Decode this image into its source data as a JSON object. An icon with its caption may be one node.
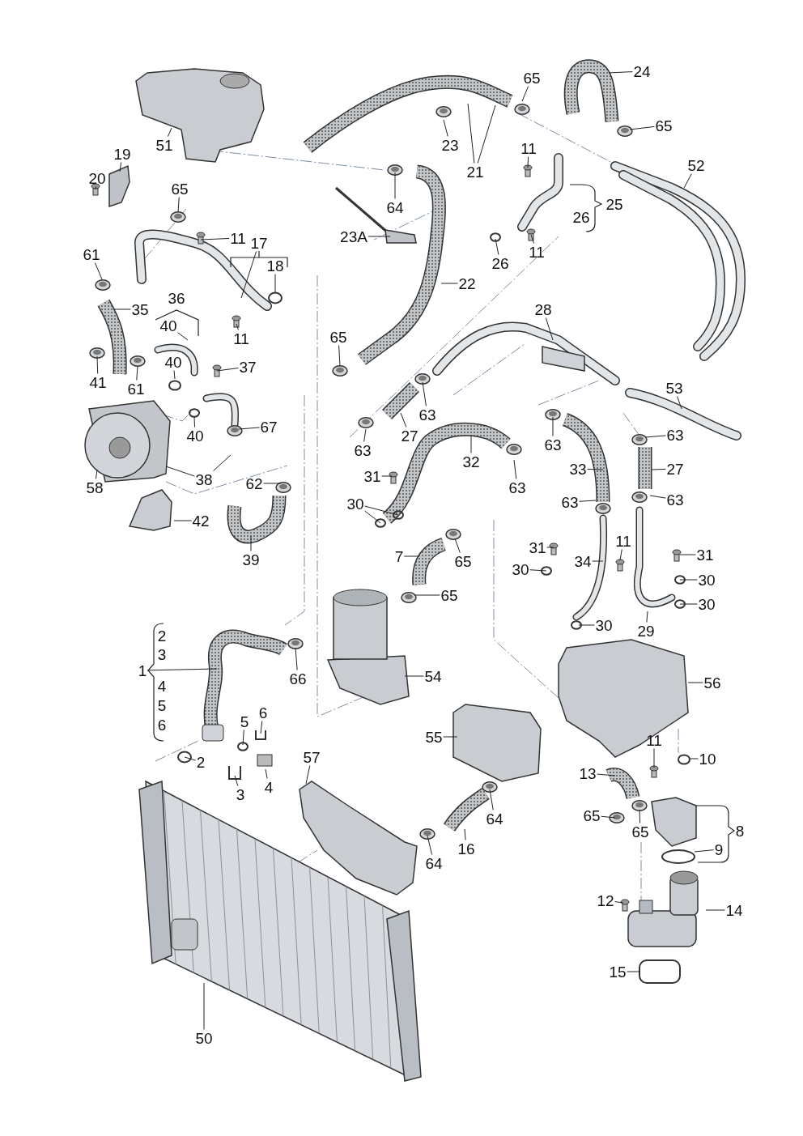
{
  "diagram": {
    "nodes": [
      {
        "text": [
          "24"
        ]
      },
      {
        "text": [
          "65"
        ]
      },
      {
        "text": [
          "65"
        ]
      },
      {
        "text": [
          "51"
        ]
      },
      {
        "text": [
          "23"
        ]
      },
      {
        "text": [
          "11"
        ]
      },
      {
        "text": [
          "19"
        ]
      },
      {
        "text": [
          "52"
        ]
      },
      {
        "text": [
          "21"
        ]
      },
      {
        "text": [
          "20"
        ]
      },
      {
        "text": [
          "65"
        ]
      },
      {
        "text": [
          "64"
        ]
      },
      {
        "text": [
          "11"
        ]
      },
      {
        "text": [
          "23A"
        ]
      },
      {
        "text": [
          "17"
        ]
      },
      {
        "text": [
          "11"
        ]
      },
      {
        "text": [
          "61"
        ]
      },
      {
        "text": [
          "26"
        ]
      },
      {
        "text": [
          "18"
        ]
      },
      {
        "text": [
          "22"
        ]
      },
      {
        "text": [
          "35"
        ]
      },
      {
        "text": [
          "28"
        ]
      },
      {
        "text": [
          "40"
        ]
      },
      {
        "text": [
          "65"
        ]
      },
      {
        "text": [
          "11"
        ]
      },
      {
        "text": [
          "40"
        ]
      },
      {
        "text": [
          "37"
        ]
      },
      {
        "text": [
          "41"
        ]
      },
      {
        "text": [
          "61"
        ]
      },
      {
        "text": [
          "53"
        ]
      },
      {
        "text": [
          "63"
        ]
      },
      {
        "text": [
          "67"
        ]
      },
      {
        "text": [
          "27"
        ]
      },
      {
        "text": [
          "63"
        ]
      },
      {
        "text": [
          "40"
        ]
      },
      {
        "text": [
          "63"
        ]
      },
      {
        "text": [
          "63"
        ]
      },
      {
        "text": [
          "32"
        ]
      },
      {
        "text": [
          "38"
        ]
      },
      {
        "text": [
          "33"
        ]
      },
      {
        "text": [
          "27"
        ]
      },
      {
        "text": [
          "31"
        ]
      },
      {
        "text": [
          "62"
        ]
      },
      {
        "text": [
          "58"
        ]
      },
      {
        "text": [
          "63"
        ]
      },
      {
        "text": [
          "30"
        ]
      },
      {
        "text": [
          "63"
        ]
      },
      {
        "text": [
          "63"
        ]
      },
      {
        "text": [
          "11"
        ]
      },
      {
        "text": [
          "42"
        ]
      },
      {
        "text": [
          "31"
        ]
      },
      {
        "text": [
          "31"
        ]
      },
      {
        "text": [
          "7"
        ]
      },
      {
        "text": [
          "39"
        ]
      },
      {
        "text": [
          "65"
        ]
      },
      {
        "text": [
          "34"
        ]
      },
      {
        "text": [
          "30"
        ]
      },
      {
        "text": [
          "30"
        ]
      },
      {
        "text": [
          "65"
        ]
      },
      {
        "text": [
          "30"
        ]
      },
      {
        "text": [
          "30"
        ]
      },
      {
        "text": [
          "29"
        ]
      },
      {
        "text": [
          "1"
        ]
      },
      {
        "text": [
          "66"
        ]
      },
      {
        "text": [
          "54"
        ]
      },
      {
        "text": [
          "56"
        ]
      },
      {
        "text": [
          "6"
        ]
      },
      {
        "text": [
          "5"
        ]
      },
      {
        "text": [
          "55"
        ]
      },
      {
        "text": [
          "11"
        ]
      },
      {
        "text": [
          "57"
        ]
      },
      {
        "text": [
          "10"
        ]
      },
      {
        "text": [
          "2"
        ]
      },
      {
        "text": [
          "13"
        ]
      },
      {
        "text": [
          "4"
        ]
      },
      {
        "text": [
          "3"
        ]
      },
      {
        "text": [
          "65"
        ]
      },
      {
        "text": [
          "64"
        ]
      },
      {
        "text": [
          "65"
        ]
      },
      {
        "text": [
          "9"
        ]
      },
      {
        "text": [
          "16"
        ]
      },
      {
        "text": [
          "64"
        ]
      },
      {
        "text": [
          "12"
        ]
      },
      {
        "text": [
          "14"
        ]
      },
      {
        "text": [
          "15"
        ]
      },
      {
        "text": [
          "50"
        ]
      }
    ],
    "edges": [
      {
        "from": 0,
        "to": null,
        "arrow": "none"
      },
      {
        "from": 1,
        "to": null,
        "arrow": "none"
      },
      {
        "from": 2,
        "to": null,
        "arrow": "none"
      },
      {
        "from": 3,
        "to": null,
        "arrow": "none"
      },
      {
        "from": 4,
        "to": null,
        "arrow": "none"
      },
      {
        "from": 5,
        "to": null,
        "arrow": "none"
      },
      {
        "from": 6,
        "to": null,
        "arrow": "none"
      },
      {
        "from": 7,
        "to": null,
        "arrow": "none"
      },
      {
        "from": 8,
        "to": null,
        "arrow": "none"
      },
      {
        "from": 9,
        "to": null,
        "arrow": "none"
      },
      {
        "from": 10,
        "to": null,
        "arrow": "none"
      },
      {
        "from": 11,
        "to": null,
        "arrow": "none"
      },
      {
        "from": 12,
        "to": null,
        "arrow": "none"
      },
      {
        "from": 13,
        "to": null,
        "arrow": "none"
      },
      {
        "from": 14,
        "to": null,
        "arrow": "none"
      },
      {
        "from": 15,
        "to": null,
        "arrow": "none"
      },
      {
        "from": 16,
        "to": null,
        "arrow": "none"
      },
      {
        "from": 17,
        "to": null,
        "arrow": "none"
      },
      {
        "from": 18,
        "to": null,
        "arrow": "none"
      },
      {
        "from": 19,
        "to": null,
        "arrow": "none"
      },
      {
        "from": 20,
        "to": null,
        "arrow": "none"
      },
      {
        "from": 21,
        "to": null,
        "arrow": "none"
      },
      {
        "from": 22,
        "to": null,
        "arrow": "none"
      },
      {
        "from": 23,
        "to": null,
        "arrow": "none"
      },
      {
        "from": 24,
        "to": null,
        "arrow": "none"
      },
      {
        "from": 25,
        "to": null,
        "arrow": "none"
      },
      {
        "from": 26,
        "to": null,
        "arrow": "none"
      },
      {
        "from": 27,
        "to": null,
        "arrow": "none"
      },
      {
        "from": 28,
        "to": null,
        "arrow": "none"
      },
      {
        "from": 29,
        "to": null,
        "arrow": "none"
      },
      {
        "from": 30,
        "to": null,
        "arrow": "none"
      },
      {
        "from": 31,
        "to": null,
        "arrow": "none"
      },
      {
        "from": 32,
        "to": null,
        "arrow": "none"
      },
      {
        "from": 33,
        "to": null,
        "arrow": "none"
      },
      {
        "from": 34,
        "to": null,
        "arrow": "none"
      },
      {
        "from": 35,
        "to": null,
        "arrow": "none"
      },
      {
        "from": 36,
        "to": null,
        "arrow": "none"
      },
      {
        "from": 37,
        "to": null,
        "arrow": "none"
      },
      {
        "from": 38,
        "to": null,
        "arrow": "none"
      },
      {
        "from": 39,
        "to": null,
        "arrow": "none"
      },
      {
        "from": 40,
        "to": null,
        "arrow": "none"
      },
      {
        "from": 41,
        "to": null,
        "arrow": "none"
      },
      {
        "from": 42,
        "to": null,
        "arrow": "none"
      },
      {
        "from": 43,
        "to": null,
        "arrow": "none"
      },
      {
        "from": 44,
        "to": null,
        "arrow": "none"
      },
      {
        "from": 45,
        "to": null,
        "arrow": "none"
      },
      {
        "from": 46,
        "to": null,
        "arrow": "none"
      },
      {
        "from": 47,
        "to": null,
        "arrow": "none"
      },
      {
        "from": 48,
        "to": null,
        "arrow": "none"
      },
      {
        "from": 49,
        "to": null,
        "arrow": "none"
      },
      {
        "from": 50,
        "to": null,
        "arrow": "none"
      },
      {
        "from": 51,
        "to": null,
        "arrow": "none"
      },
      {
        "from": 52,
        "to": null,
        "arrow": "none"
      },
      {
        "from": 53,
        "to": null,
        "arrow": "none"
      },
      {
        "from": 54,
        "to": null,
        "arrow": "none"
      },
      {
        "from": 55,
        "to": null,
        "arrow": "none"
      },
      {
        "from": 56,
        "to": null,
        "arrow": "none"
      },
      {
        "from": 57,
        "to": null,
        "arrow": "none"
      },
      {
        "from": 58,
        "to": null,
        "arrow": "none"
      },
      {
        "from": 59,
        "to": null,
        "arrow": "none"
      },
      {
        "from": 60,
        "to": null,
        "arrow": "none"
      },
      {
        "from": 61,
        "to": null,
        "arrow": "none"
      },
      {
        "from": 62,
        "to": null,
        "arrow": "none"
      },
      {
        "from": 63,
        "to": null,
        "arrow": "none"
      },
      {
        "from": 64,
        "to": null,
        "arrow": "none"
      },
      {
        "from": 65,
        "to": null,
        "arrow": "none"
      },
      {
        "from": 66,
        "to": null,
        "arrow": "none"
      },
      {
        "from": 67,
        "to": null,
        "arrow": "none"
      },
      {
        "from": 68,
        "to": null,
        "arrow": "none"
      },
      {
        "from": 69,
        "to": null,
        "arrow": "none"
      },
      {
        "from": 70,
        "to": null,
        "arrow": "none"
      },
      {
        "from": 71,
        "to": null,
        "arrow": "none"
      },
      {
        "from": 72,
        "to": null,
        "arrow": "none"
      },
      {
        "from": 73,
        "to": null,
        "arrow": "none"
      },
      {
        "from": 74,
        "to": null,
        "arrow": "none"
      },
      {
        "from": 75,
        "to": null,
        "arrow": "none"
      },
      {
        "from": 76,
        "to": null,
        "arrow": "none"
      },
      {
        "from": 77,
        "to": null,
        "arrow": "none"
      },
      {
        "from": 78,
        "to": null,
        "arrow": "none"
      },
      {
        "from": 79,
        "to": null,
        "arrow": "none"
      },
      {
        "from": 80,
        "to": null,
        "arrow": "none"
      },
      {
        "from": 81,
        "to": null,
        "arrow": "none"
      },
      {
        "from": 82,
        "to": null,
        "arrow": "none"
      },
      {
        "from": 83,
        "to": null,
        "arrow": "none"
      },
      {
        "from": 84,
        "to": null,
        "arrow": "none"
      },
      {
        "from": 85,
        "to": null,
        "arrow": "none"
      },
      {
        "from": 8,
        "to": null,
        "arrow": "none"
      },
      {
        "from": 45,
        "to": null,
        "arrow": "none"
      },
      {
        "from": 38,
        "to": null,
        "arrow": "none"
      }
    ],
    "labels": [
      "25",
      "26",
      "36",
      "2",
      "3",
      "4",
      "5",
      "6",
      "8"
    ]
  }
}
